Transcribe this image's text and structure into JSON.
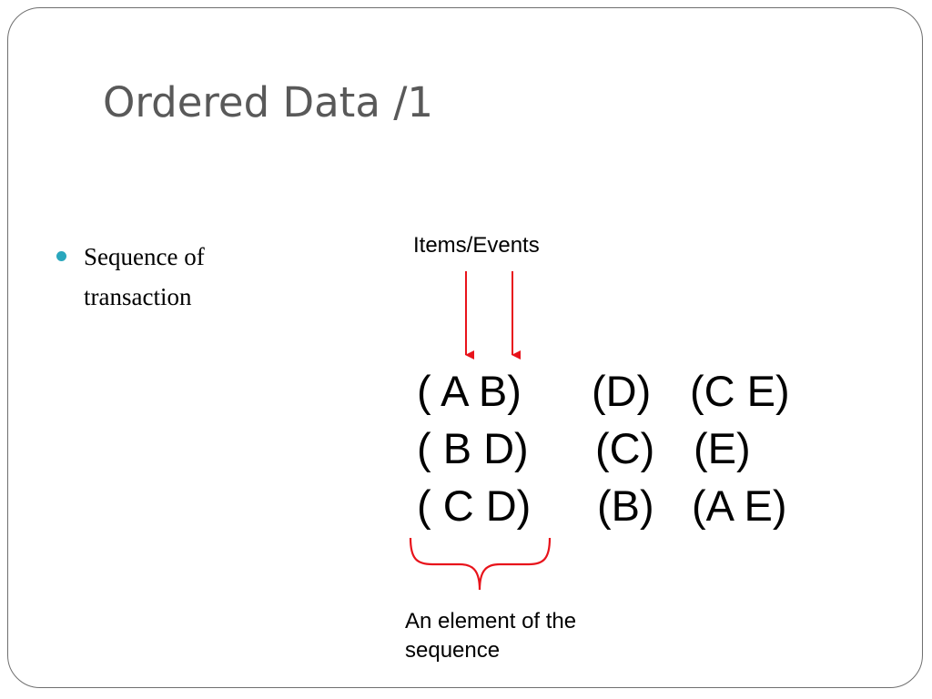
{
  "slide": {
    "title": "Ordered Data /1",
    "bullet": {
      "text": "Sequence of transaction",
      "color": "#2aa7bd"
    }
  },
  "diagram": {
    "top_label": "Items/Events",
    "bottom_label": "An element of the sequence",
    "accent_color": "#e8131b",
    "sequences": [
      [
        "( A B)",
        "(D)",
        "(C E)"
      ],
      [
        "( B D)",
        "(C)",
        "(E)"
      ],
      [
        "( C D)",
        "(B)",
        "(A E)"
      ]
    ]
  }
}
